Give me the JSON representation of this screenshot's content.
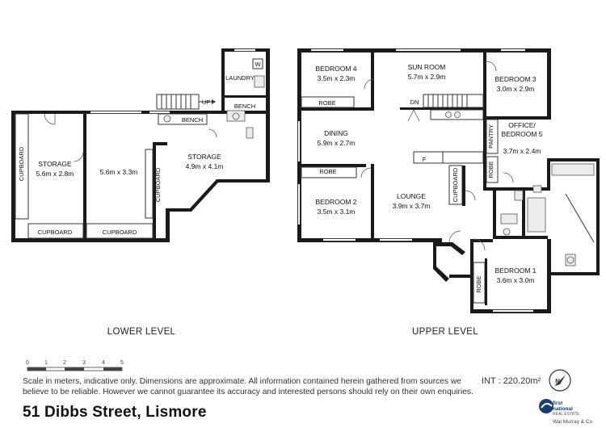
{
  "rooms": {
    "bedroom4": {
      "name": "BEDROOM 4",
      "dim": "3.5m x 2.3m"
    },
    "sunroom": {
      "name": "SUN ROOM",
      "dim": "5.7m x 2.9m"
    },
    "bedroom3": {
      "name": "BEDROOM 3",
      "dim": "3.0m x 2.9m"
    },
    "dining": {
      "name": "DINING",
      "dim": "5.9m x 2.7m"
    },
    "office": {
      "name": "OFFICE/",
      "name2": "BEDROOM 5",
      "dim": "3.7m x 2.4m"
    },
    "bedroom2": {
      "name": "BEDROOM 2",
      "dim": "3.5m x 3.1m"
    },
    "lounge": {
      "name": "LOUNGE",
      "dim": "3.9m x 3.7m"
    },
    "bedroom1": {
      "name": "BEDROOM 1",
      "dim": "3.6m x 3.0m"
    },
    "storage_left": {
      "name": "STORAGE",
      "dim": "5.6m x 2.8m"
    },
    "storage_mid": {
      "dim": "5.6m x 3.3m"
    },
    "storage_right": {
      "name": "STORAGE",
      "dim": "4.9m x 4.1m"
    }
  },
  "labels": {
    "robe": "ROBE",
    "pantry": "PANTRY",
    "cupboard": "CUPBOARD",
    "laundry": "LAUNDRY",
    "bench": "BENCH",
    "up": "UP",
    "dn": "DN",
    "w": "W",
    "f": "F"
  },
  "levels": {
    "lower": "LOWER LEVEL",
    "upper": "UPPER LEVEL"
  },
  "scale": {
    "ticks": [
      "0",
      "1",
      "2",
      "3",
      "4",
      "5"
    ]
  },
  "footer": {
    "disclaimer": "Scale in meters, indicative only. Dimensions are approximate. All information contained herein gathered from sources we believe to be reliable. However we cannot guarantee its accuracy and interested persons should rely on their own enquiries.",
    "area": "INT : 220.20m²",
    "address": "51 Dibbs Street, Lismore",
    "brand_line1": "first",
    "brand_line2": "national",
    "brand_line3": "REAL ESTATE",
    "agency": "Wal Murray & Co"
  },
  "compass": {
    "label": "N"
  }
}
